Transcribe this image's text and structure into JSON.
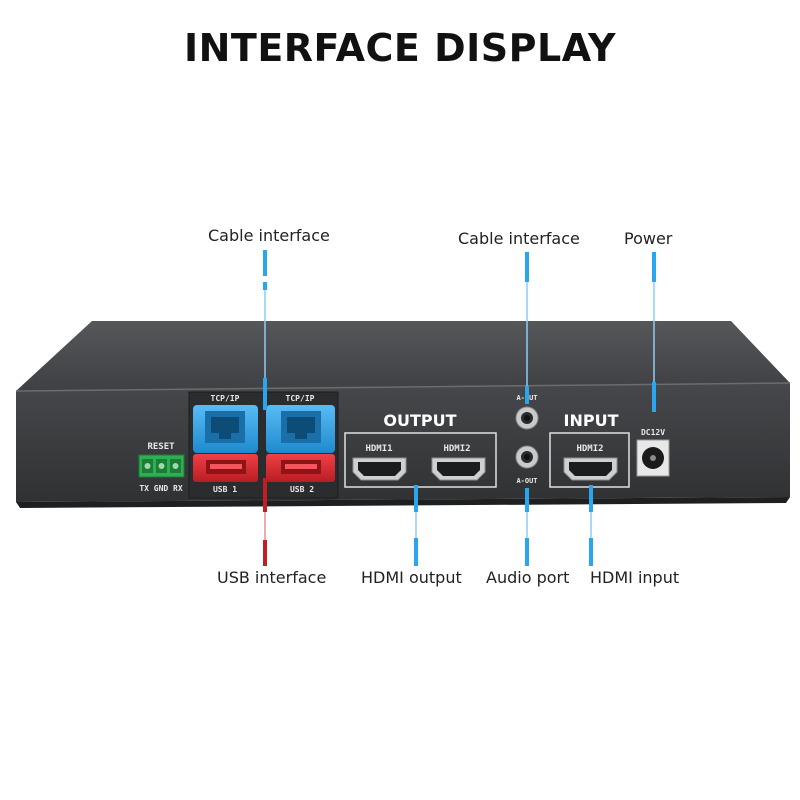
{
  "title": "INTERFACE DISPLAY",
  "callouts": {
    "cable_interface_left": "Cable interface",
    "cable_interface_right": "Cable interface",
    "power": "Power",
    "usb_interface": "USB interface",
    "hdmi_output": "HDMI output",
    "audio_port": "Audio port",
    "hdmi_input": "HDMI input"
  },
  "device": {
    "reset": "RESET",
    "tx_gnd_rx": "TX GND RX",
    "tcpip_1": "TCP/IP",
    "tcpip_2": "TCP/IP",
    "usb_1": "USB 1",
    "usb_2": "USB 2",
    "output": "OUTPUT",
    "hdmi1_out": "HDMI1",
    "hdmi2_out": "HDMI2",
    "a_out_top": "A-OUT",
    "a_out_bottom": "A-OUT",
    "input": "INPUT",
    "hdmi2_in": "HDMI2",
    "dc12v": "DC12V"
  },
  "colors": {
    "blue_highlight": "#29a8f2",
    "red_highlight": "#d9252b",
    "device_body": "#3a3b3d"
  }
}
